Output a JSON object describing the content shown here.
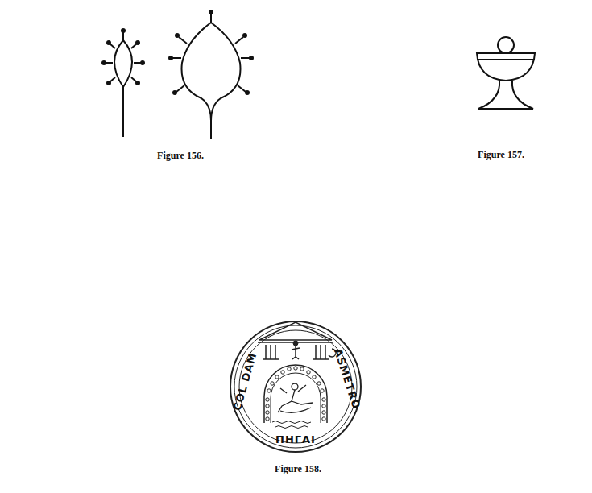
{
  "diagram": {
    "labels": [
      "Figure 156.",
      "Figure 157.",
      "Figure 158.",
      "COL DAM",
      "ASMETRO",
      "ΠΗΓΑΙ"
    ]
  }
}
